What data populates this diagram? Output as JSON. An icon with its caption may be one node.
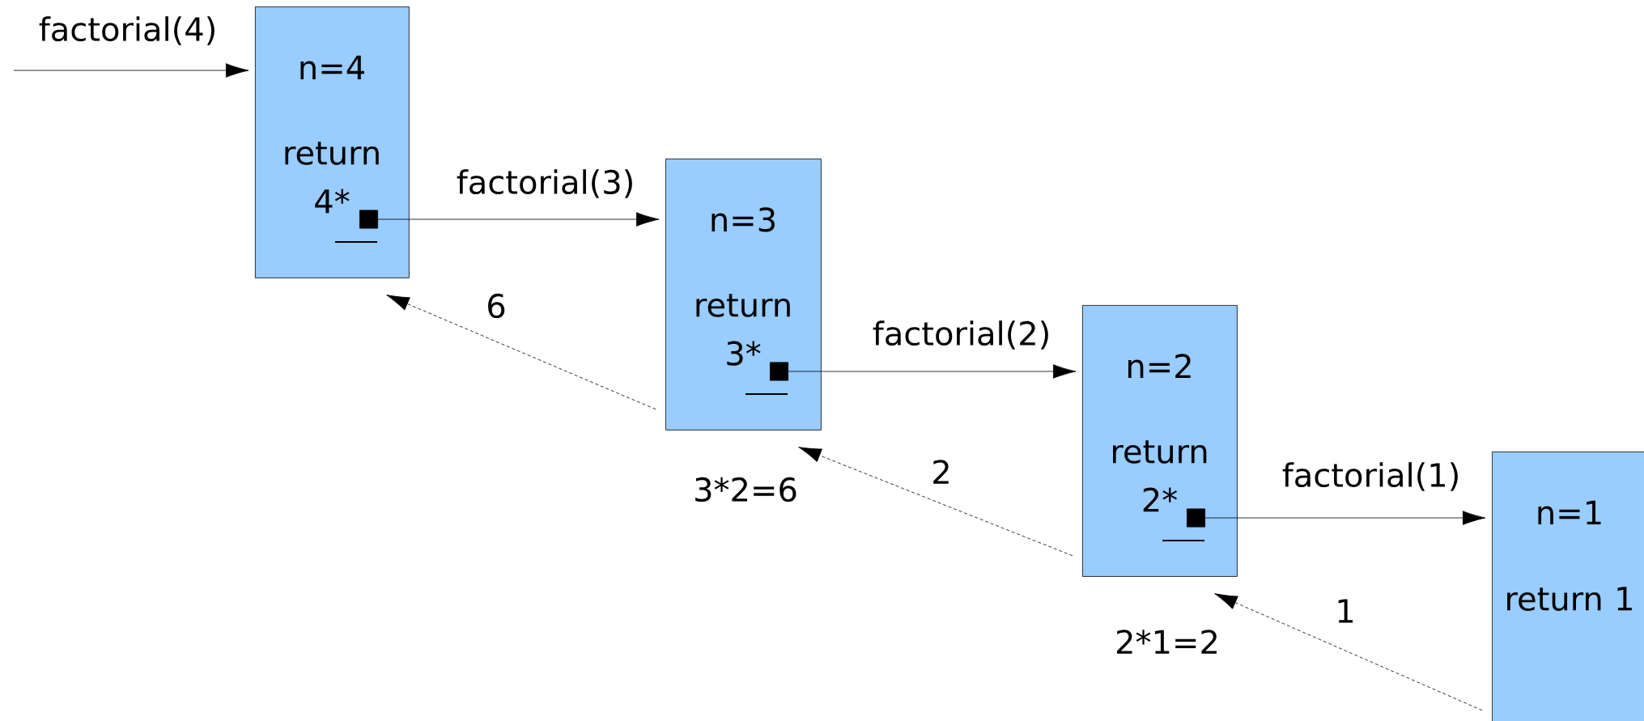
{
  "diagram": {
    "nodes": [
      {
        "text": [
          "n=4",
          "return 4*"
        ]
      },
      {
        "text": [
          "n=3",
          "return 3*"
        ],
        "beside": [
          "3*2=6"
        ]
      },
      {
        "text": [
          "n=2",
          "return 2*"
        ],
        "beside": [
          "2*1=2"
        ]
      },
      {
        "text": [
          "n=1",
          "return 1"
        ]
      }
    ],
    "edges": [
      {
        "from": null,
        "to": 0,
        "arrow": "to",
        "label": "factorial(4)"
      },
      {
        "from": 0,
        "to": 1,
        "arrow": "to",
        "label": "factorial(3)"
      },
      {
        "from": 1,
        "to": 2,
        "arrow": "to",
        "label": "factorial(2)"
      },
      {
        "from": 2,
        "to": 3,
        "arrow": "to",
        "label": "factorial(1)"
      },
      {
        "from": 1,
        "to": 0,
        "arrow": "to",
        "label": "6",
        "style": "dashed"
      },
      {
        "from": 2,
        "to": 1,
        "arrow": "to",
        "label": "2",
        "style": "dashed"
      },
      {
        "from": 3,
        "to": 2,
        "arrow": "to",
        "label": "1",
        "style": "dashed"
      }
    ]
  }
}
